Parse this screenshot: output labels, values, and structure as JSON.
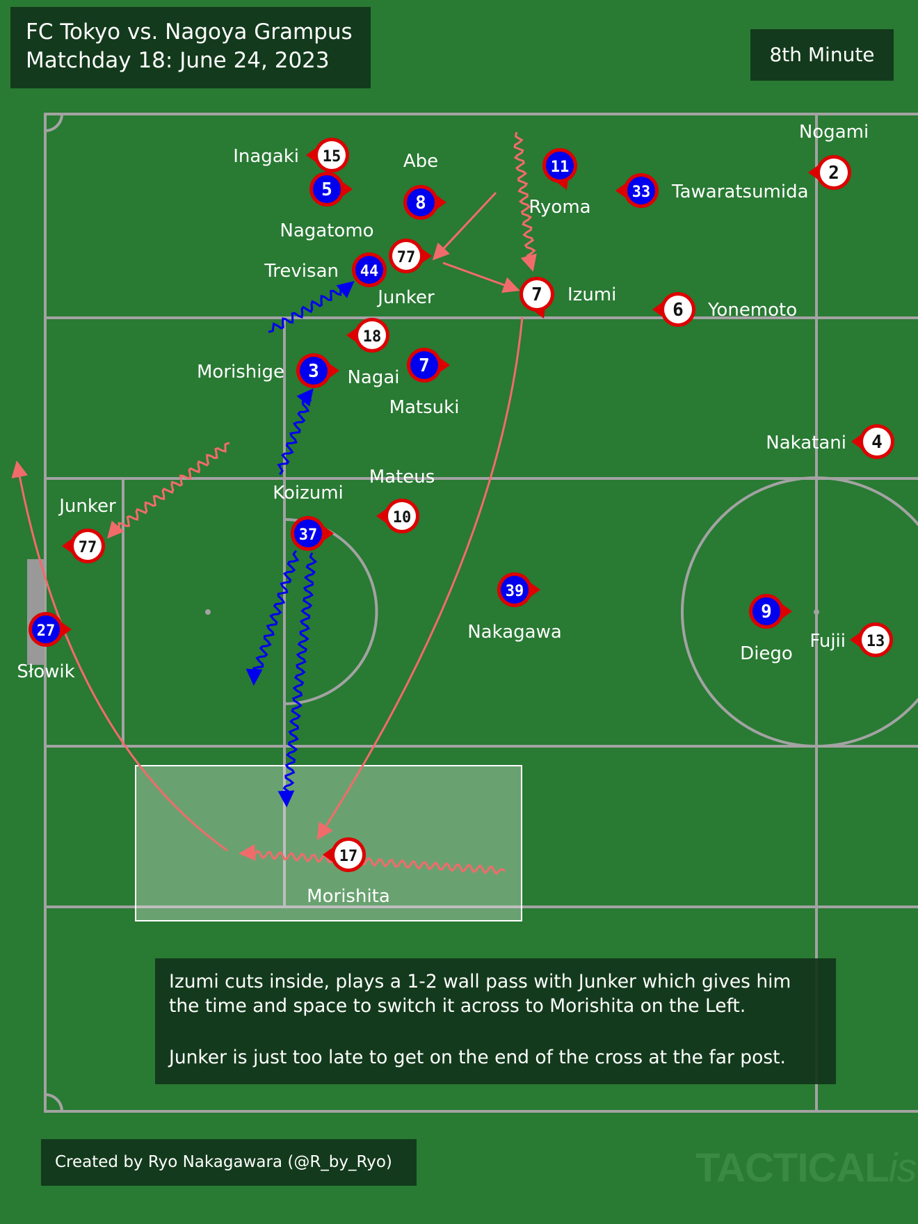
{
  "header": {
    "title_line1": "FC Tokyo vs. Nagoya Grampus",
    "title_line2": "Matchday 18: June 24, 2023",
    "minute": "8th Minute"
  },
  "caption": {
    "line1": "Izumi cuts inside, plays a 1-2 wall pass with Junker which gives him",
    "line2": "the time and space to switch it across to Morishita on the Left.",
    "line3": "Junker is just too late to get on the end of the cross at the far post."
  },
  "credit": "Created by Ryo Nakagawara (@R_by_Ryo)",
  "watermark": {
    "main": "TACTICAL",
    "italic": "ista"
  },
  "colors": {
    "pitch": "#297a33",
    "line": "#a3a3a3",
    "team_blue": "#0000ee",
    "team_white": "#ffffff",
    "ring": "#dd0000",
    "pass_arrow": "#f26b6b",
    "run_blue": "#0000ee",
    "highlight": "#ffffff"
  },
  "players": [
    {
      "number": "15",
      "name": "Inagaki",
      "team": "white"
    },
    {
      "number": "5",
      "name": "Nagatomo",
      "team": "blue"
    },
    {
      "number": "8",
      "name": "Abe",
      "team": "blue"
    },
    {
      "number": "11",
      "name": "Ryoma",
      "team": "blue"
    },
    {
      "number": "33",
      "name": "Tawaratsumida",
      "team": "blue"
    },
    {
      "number": "2",
      "name": "Nogami",
      "team": "white"
    },
    {
      "number": "77",
      "name": "Junker",
      "team": "white"
    },
    {
      "number": "44",
      "name": "Trevisan",
      "team": "blue"
    },
    {
      "number": "7",
      "name": "Izumi",
      "team": "white"
    },
    {
      "number": "6",
      "name": "Yonemoto",
      "team": "white"
    },
    {
      "number": "18",
      "name": "Nagai",
      "team": "white"
    },
    {
      "number": "3",
      "name": "Morishige",
      "team": "blue"
    },
    {
      "number": "7",
      "name": "Matsuki",
      "team": "blue"
    },
    {
      "number": "4",
      "name": "Nakatani",
      "team": "white"
    },
    {
      "number": "10",
      "name": "Mateus",
      "team": "white"
    },
    {
      "number": "37",
      "name": "Koizumi",
      "team": "blue"
    },
    {
      "number": "77",
      "name": "Junker",
      "team": "white"
    },
    {
      "number": "39",
      "name": "Nakagawa",
      "team": "blue"
    },
    {
      "number": "9",
      "name": "Diego",
      "team": "blue"
    },
    {
      "number": "13",
      "name": "Fujii",
      "team": "white"
    },
    {
      "number": "27",
      "name": "Słowik",
      "team": "blue"
    },
    {
      "number": "17",
      "name": "Morishita",
      "team": "white"
    }
  ]
}
